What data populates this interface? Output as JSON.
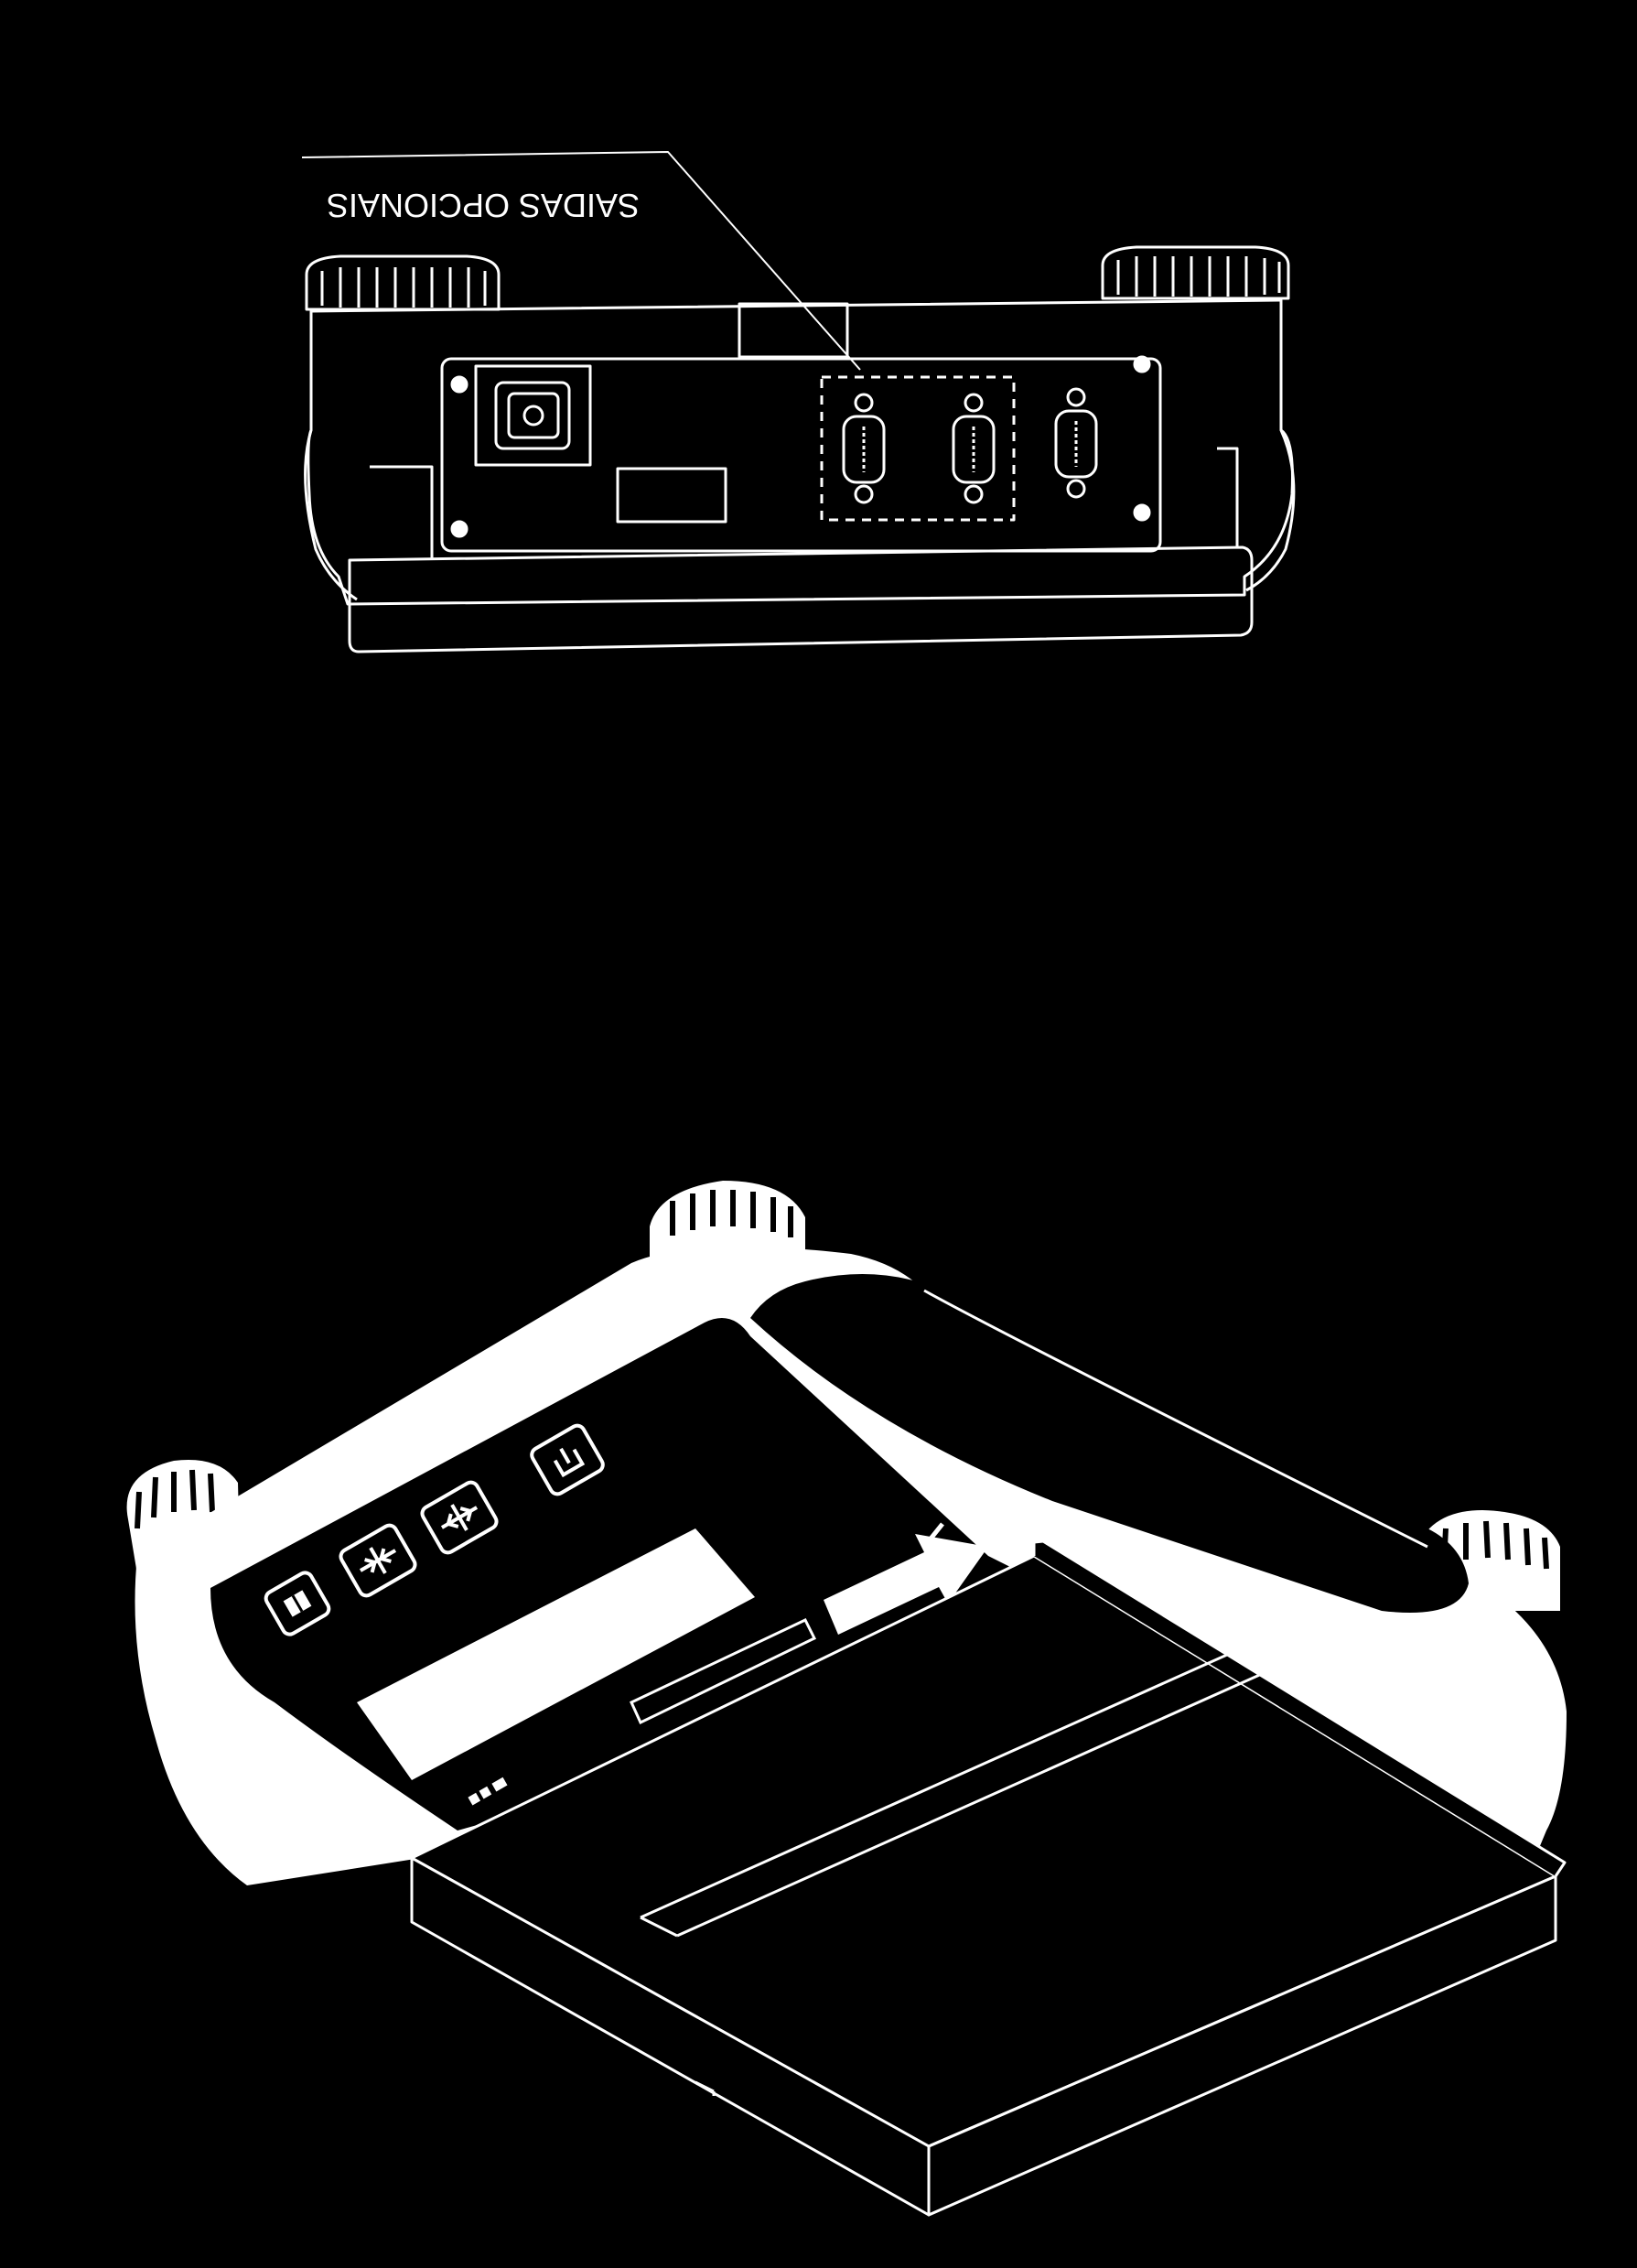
{
  "callout": {
    "label": "SAIDAS OPCIONAIS",
    "orientation": "upside-down"
  },
  "colors": {
    "background": "#000000",
    "line": "#ffffff",
    "fill": "#ffffff"
  },
  "rear_view": {
    "connectors_total": 3,
    "connectors_marked_optional": 2
  },
  "device_view": {
    "keypad_key_count": 4,
    "keypad_icons": [
      "print-icon",
      "tare-arrow-icon",
      "zero-arrow-icon",
      "on-off-icon"
    ]
  }
}
